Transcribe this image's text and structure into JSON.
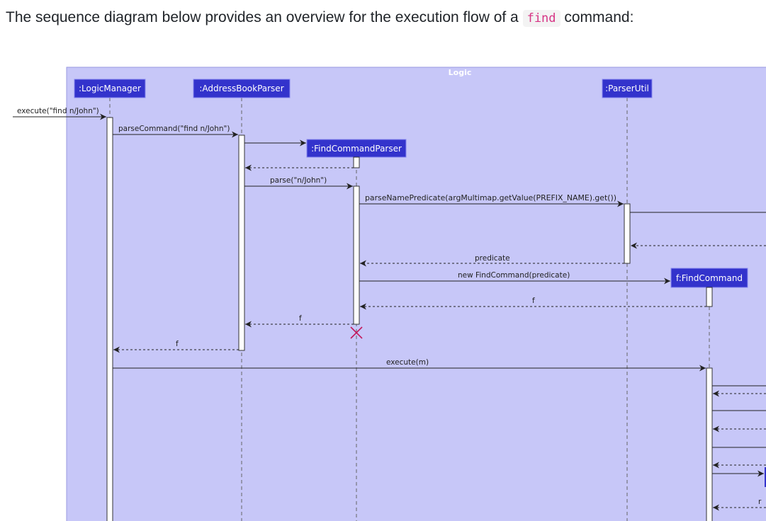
{
  "intro": {
    "before": "The sequence diagram below provides an overview for the execution flow of a ",
    "code": "find",
    "after": " command:"
  },
  "diagram": {
    "frame_label": "Logic",
    "participants": {
      "logic_manager": ":LogicManager",
      "address_book_parser": ":AddressBookParser",
      "find_command_parser": ":FindCommandParser",
      "parser_util": ":ParserUtil",
      "find_command": "f:FindCommand"
    },
    "messages": {
      "execute_call": "execute(\"find n/John\")",
      "parse_command": "parseCommand(\"find n/John\")",
      "parse": "parse(\"n/John\")",
      "parse_name_predicate": "parseNamePredicate(argMultimap.getValue(PREFIX_NAME).get())",
      "predicate_return": "predicate",
      "new_find_command": "new FindCommand(predicate)",
      "f_return_1": "f",
      "f_return_2": "f",
      "f_return_3": "f",
      "execute_m": "execute(m)",
      "r_return": "r"
    },
    "colors": {
      "frame_fill": "#c7c7f8",
      "frame_border": "#9a9ae0",
      "actor_fill": "#3333cc",
      "destroy_mark": "#c2185b"
    }
  }
}
